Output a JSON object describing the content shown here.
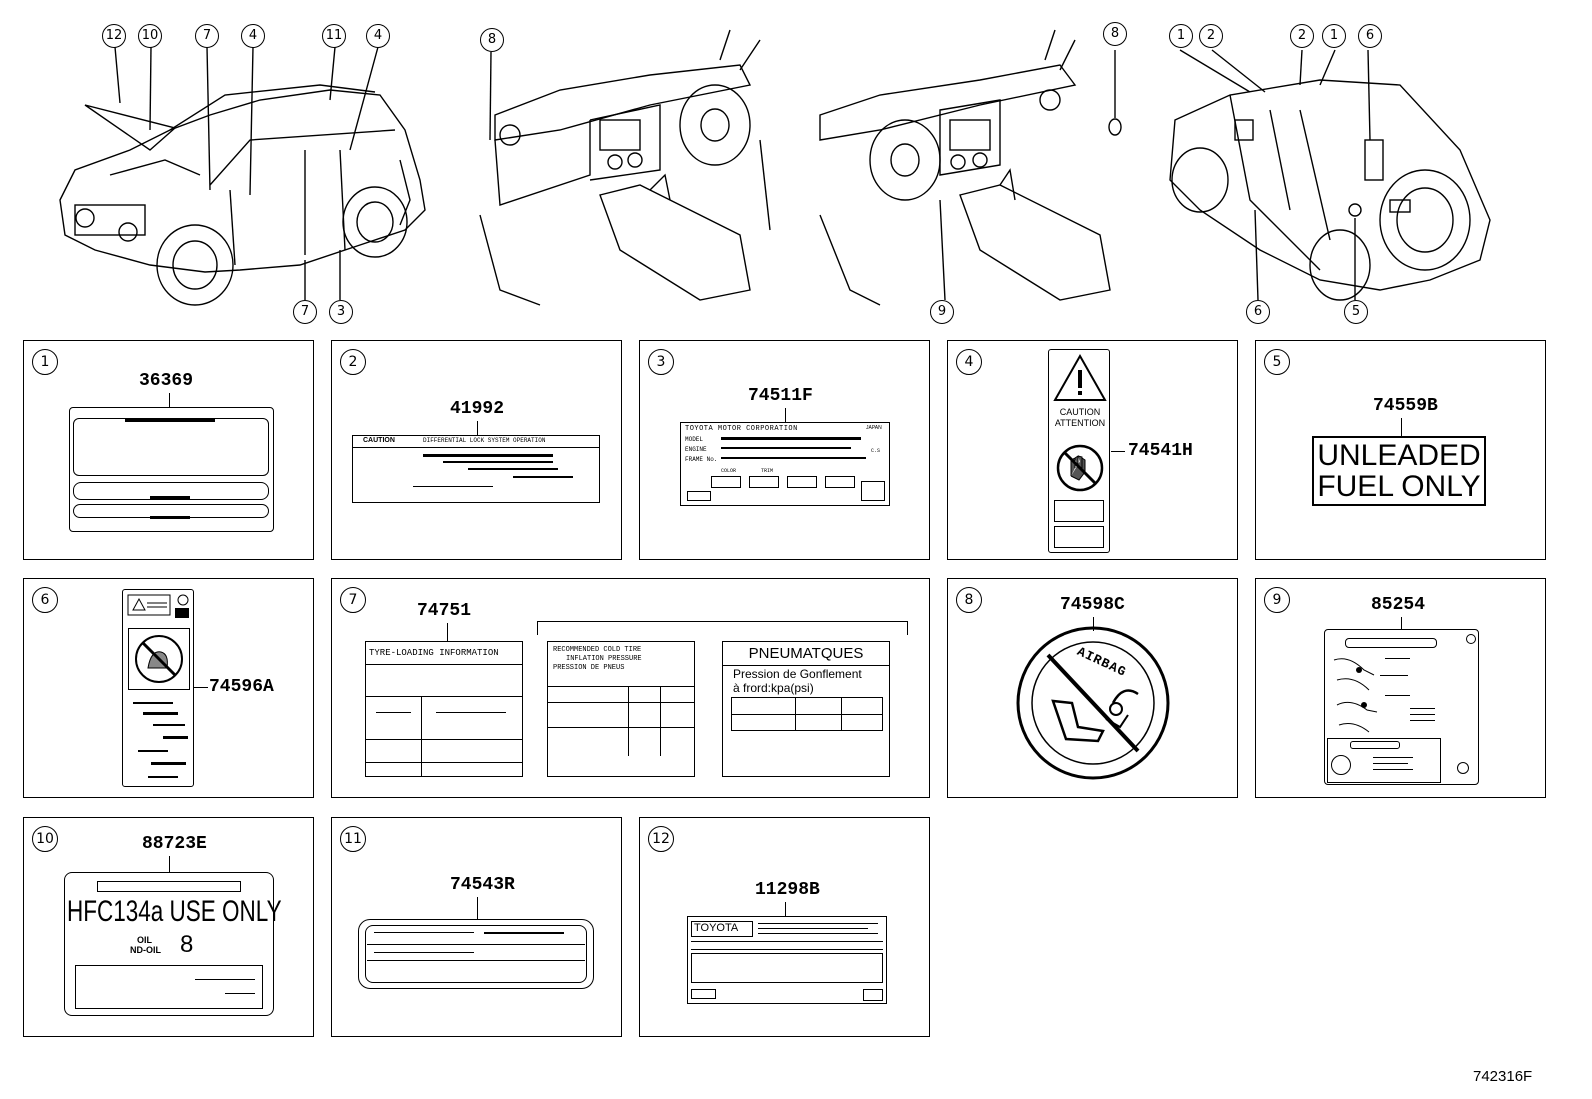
{
  "overview": {
    "front_callouts": [
      "12",
      "10",
      "7",
      "4",
      "11",
      "4",
      "7",
      "3"
    ],
    "dash_lhd_callouts": [
      "8"
    ],
    "dash_rhd_callouts": [
      "8",
      "9"
    ],
    "rear_callouts": [
      "1",
      "2",
      "2",
      "1",
      "6",
      "6",
      "5"
    ]
  },
  "panels": [
    {
      "num": "1",
      "part": "36369"
    },
    {
      "num": "2",
      "part": "41992",
      "texts": {
        "caution": "CAUTION",
        "title": "DIFFERENTIAL LOCK SYSTEM OPERATION"
      }
    },
    {
      "num": "3",
      "part": "74511F",
      "texts": {
        "corp": "TOYOTA MOTOR CORPORATION",
        "model": "MODEL",
        "engine": "ENGINE",
        "frame": "FRAME No.",
        "color": "COLOR",
        "trim": "TRIM",
        "tag": "JAPAN",
        "tag2": "C.S"
      }
    },
    {
      "num": "4",
      "part": "74541H",
      "texts": {
        "caution": "CAUTION",
        "attention": "ATTENTION"
      }
    },
    {
      "num": "5",
      "part": "74559B",
      "texts": {
        "line1": "UNLEADED",
        "line2": "FUEL ONLY"
      }
    },
    {
      "num": "6",
      "part": "74596A"
    },
    {
      "num": "7",
      "part": "74751",
      "texts": {
        "tyre": "TYRE-LOADING INFORMATION",
        "rec1": "RECOMMENDED COLD TIRE",
        "rec2": "INFLATION PRESSURE",
        "rec3": "PRESSION DE PNEUS",
        "pneu": "PNEUMATQUES",
        "press1": "Pression de Gonflement",
        "press2": "à frord:kpa(psi)"
      }
    },
    {
      "num": "8",
      "part": "74598C",
      "texts": {
        "airbag": "AIRBAG"
      }
    },
    {
      "num": "9",
      "part": "85254"
    },
    {
      "num": "10",
      "part": "88723E",
      "texts": {
        "main": "HFC134a USE ONLY",
        "oil": "OIL",
        "nd": "ND-OIL",
        "eight": "8"
      }
    },
    {
      "num": "11",
      "part": "74543R"
    },
    {
      "num": "12",
      "part": "11298B",
      "texts": {
        "brand": "TOYOTA"
      }
    }
  ],
  "footer": {
    "code": "742316F"
  }
}
